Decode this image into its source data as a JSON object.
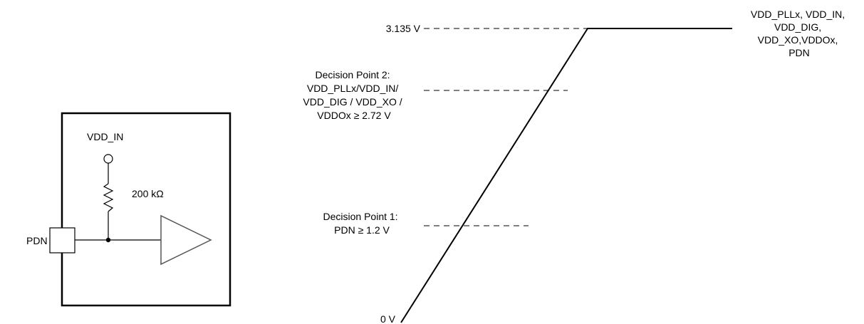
{
  "circuit": {
    "supply_label": "VDD_IN",
    "resistor_label": "200 kΩ",
    "pin_label": "PDN"
  },
  "timing": {
    "v_high_label": "3.135 V",
    "v_zero_label": "0 V",
    "decision_point_2": [
      "Decision Point 2:",
      "VDD_PLLx/VDD_IN/",
      "VDD_DIG / VDD_XO /",
      "VDDOx ≥ 2.72 V"
    ],
    "decision_point_1": [
      "Decision Point 1:",
      "PDN ≥ 1.2 V"
    ],
    "supply_rails": [
      "VDD_PLLx, VDD_IN,",
      "VDD_DIG,",
      "VDD_XO,VDDOx,",
      "PDN"
    ]
  },
  "colors": {
    "line": "#000000",
    "buffer_stroke": "#555555"
  }
}
